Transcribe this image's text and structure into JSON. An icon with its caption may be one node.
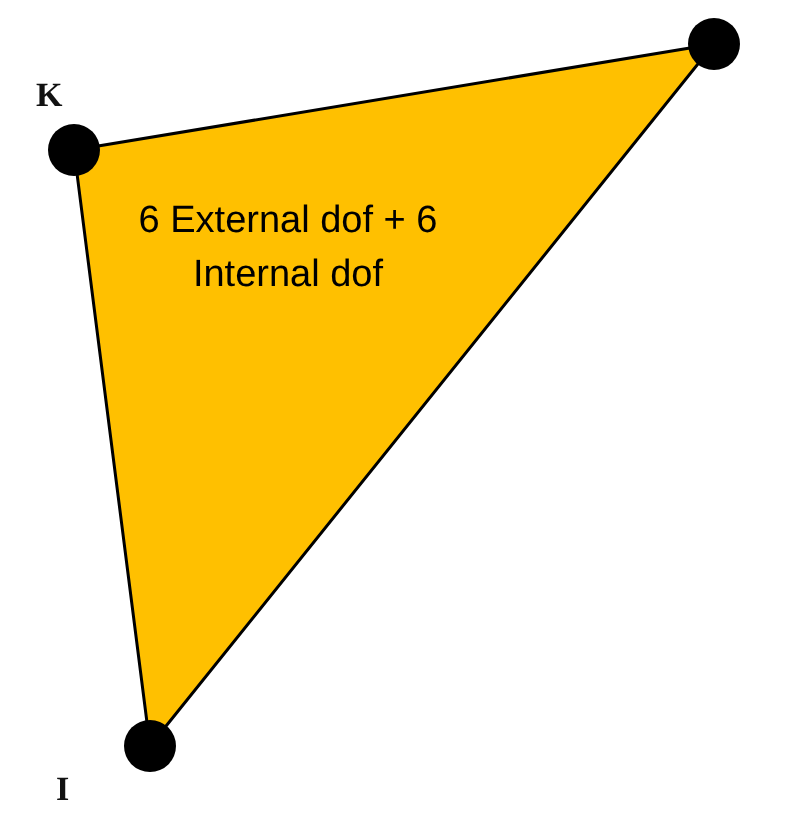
{
  "diagram": {
    "nodes": [
      {
        "text": [
          "6 External dof + 6 Internal dof"
        ]
      }
    ],
    "labels": [
      "K",
      "I"
    ]
  }
}
